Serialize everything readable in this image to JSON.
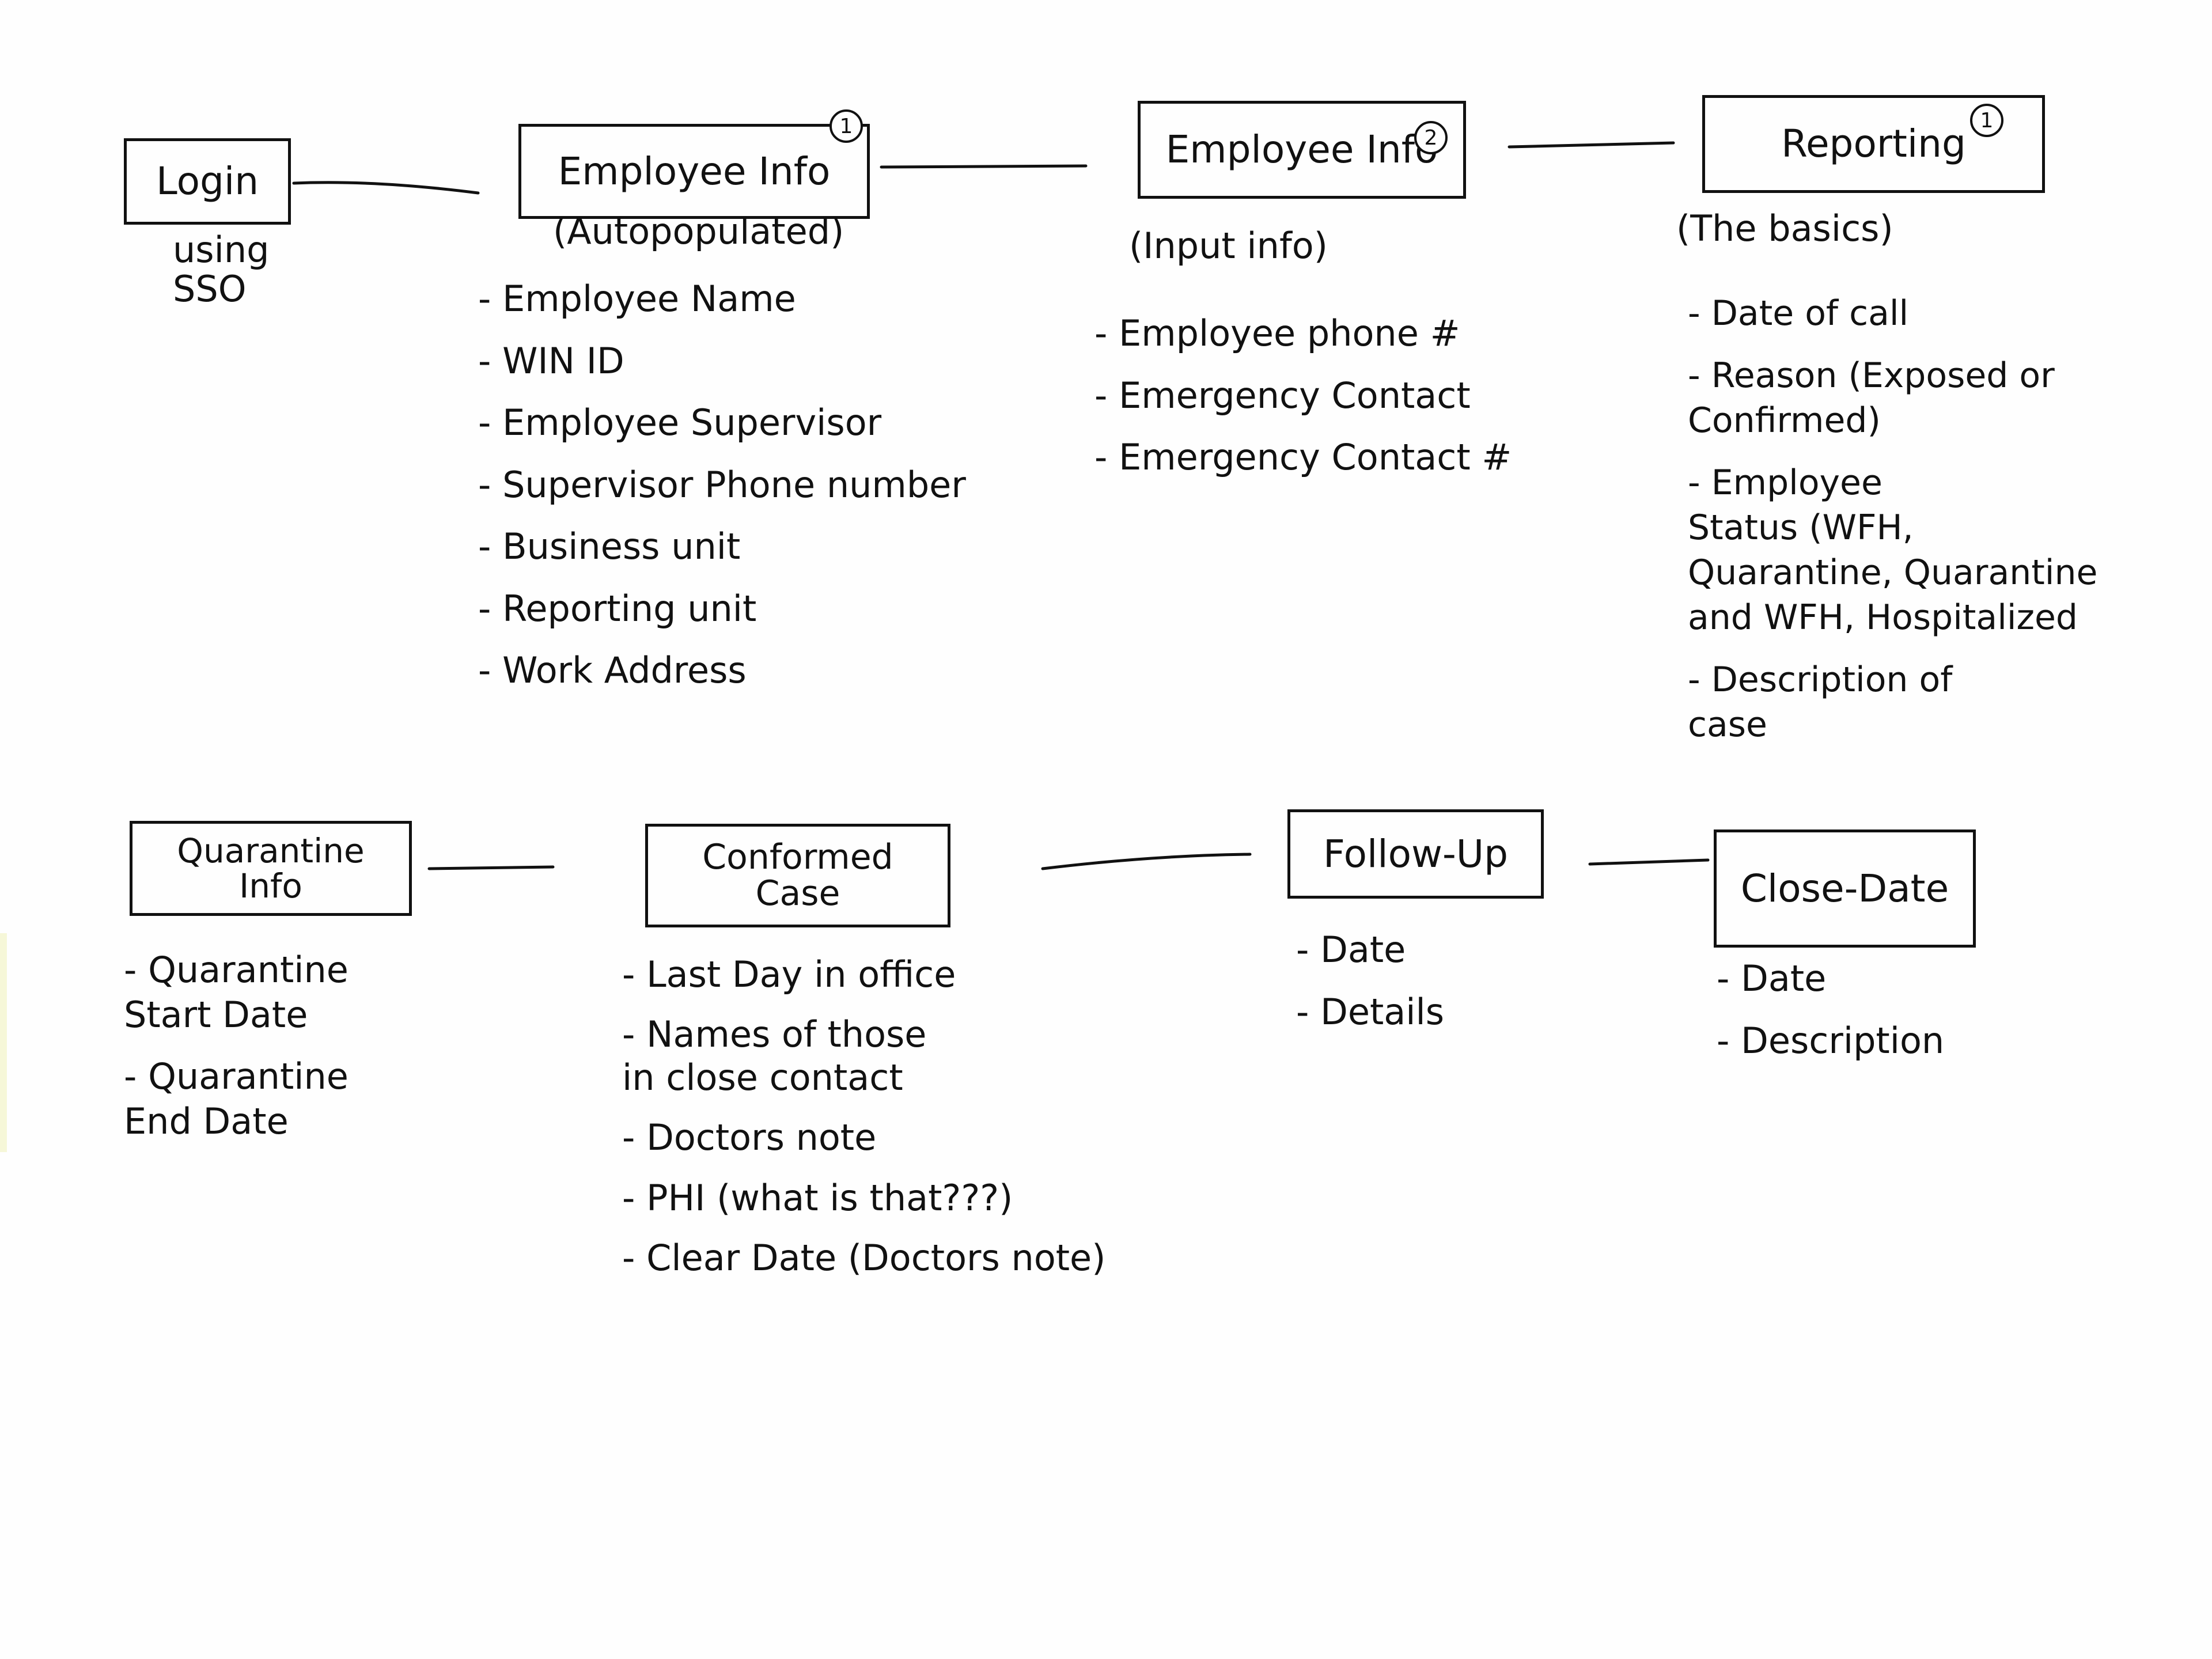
{
  "nodes": {
    "login": {
      "title": "Login",
      "subtitle": "using\nSSO"
    },
    "employee_info_1": {
      "title": "Employee Info",
      "badge": "1",
      "subtitle": "(Autopopulated)",
      "items": [
        "- Employee Name",
        "- WIN ID",
        "- Employee Supervisor",
        "- Supervisor Phone number",
        "- Business unit",
        "- Reporting unit",
        "- Work Address"
      ]
    },
    "employee_info_2": {
      "title": "Employee Info",
      "badge": "2",
      "subtitle": "(Input info)",
      "items": [
        "- Employee phone #",
        "- Emergency Contact",
        "- Emergency Contact #"
      ]
    },
    "reporting": {
      "title": "Reporting",
      "badge": "1",
      "subtitle": "(The basics)",
      "items": [
        "- Date of call",
        "- Reason (Exposed or\n            Confirmed)",
        "- Employee\n   Status (WFH,\n Quarantine, Quarantine\n   and WFH, Hospitalized",
        "- Description of\n     case"
      ]
    },
    "quarantine_info": {
      "title": "Quarantine\nInfo",
      "items": [
        "- Quarantine\n     Start Date",
        "- Quarantine\n     End Date"
      ]
    },
    "confirmed_case": {
      "title": "Conformed\nCase",
      "items": [
        "- Last Day in office",
        "- Names of those\n        in close contact",
        "- Doctors note",
        "- PHI (what is that???)",
        "- Clear Date (Doctors note)"
      ]
    },
    "follow_up": {
      "title": "Follow-Up",
      "items": [
        "- Date",
        "- Details"
      ]
    },
    "close_date": {
      "title": "Close-Date",
      "items": [
        "- Date",
        "- Description"
      ]
    }
  }
}
